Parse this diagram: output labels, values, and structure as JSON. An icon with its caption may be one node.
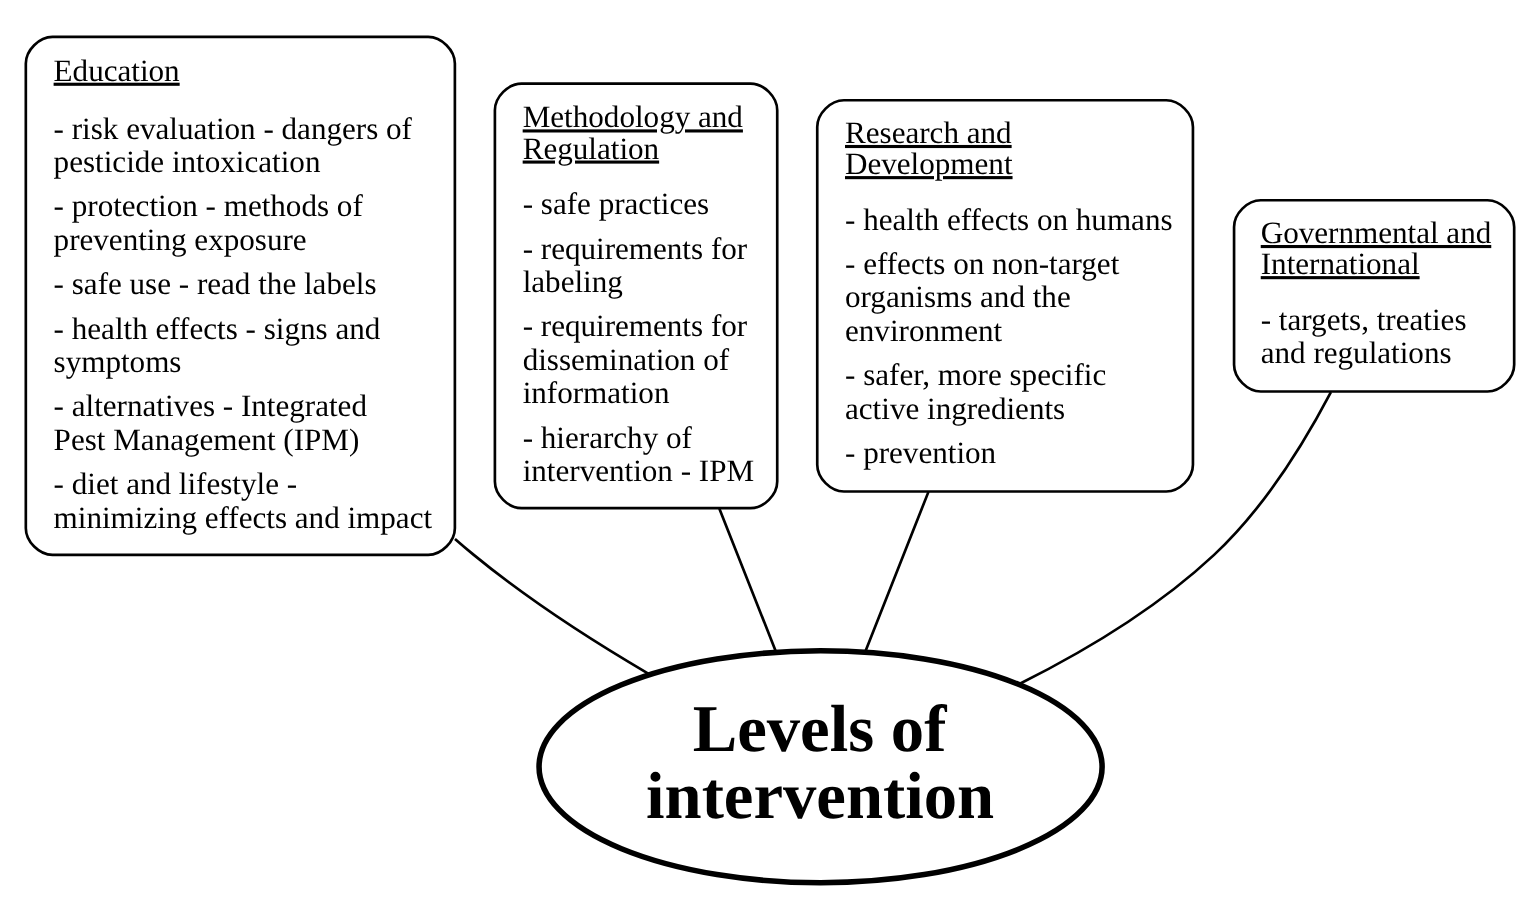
{
  "diagram": {
    "nodes": [
      {
        "text": [
          "Education",
          "- risk evaluation - dangers of pesticide intoxication",
          "- protection - methods of preventing exposure",
          "- safe use - read the labels",
          "- health effects - signs and symptoms",
          "- alternatives - Integrated Pest Management (IPM)",
          "- diet and lifestyle - minimizing effects and impact"
        ]
      },
      {
        "text": [
          "Methodology and Regulation",
          "- safe practices",
          "- requirements for labeling",
          "- requirements for dissemination of information",
          "- hierarchy of intervention - IPM"
        ]
      },
      {
        "text": [
          "Research and Development",
          "- health effects on humans",
          "- effects on non-target organisms and the environment",
          "- safer, more specific active ingredients",
          "- prevention"
        ]
      },
      {
        "text": [
          "Governmental and International",
          "- targets, treaties and regulations"
        ]
      },
      {
        "text": [
          "Levels of intervention"
        ]
      }
    ],
    "edges": [
      {
        "from": 0,
        "to": 4,
        "arrow": "none"
      },
      {
        "from": 1,
        "to": 4,
        "arrow": "none"
      },
      {
        "from": 2,
        "to": 4,
        "arrow": "none"
      },
      {
        "from": 3,
        "to": 4,
        "arrow": "none"
      }
    ]
  }
}
